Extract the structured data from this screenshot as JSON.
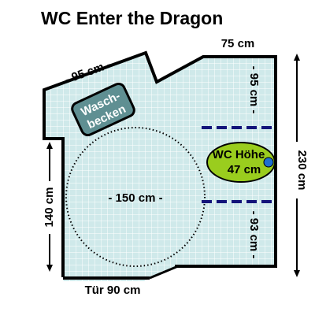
{
  "title": "WC Enter the Dragon",
  "labels": {
    "top_width": "75 cm",
    "diagonal_wall": "- 95 cm -",
    "right_upper_gap": "- 95 cm -",
    "right_height": "230 cm",
    "left_height": "140 cm",
    "circle_diameter": "- 150 cm -",
    "right_lower_gap": "- 93 cm -",
    "door_width": "Tür 90 cm"
  },
  "sink": {
    "line1": "Wasch-",
    "line2": "becken"
  },
  "wc": {
    "line1": "WC Höhe",
    "line2": "47 cm"
  },
  "colors": {
    "floor": "#cfe9ea",
    "grid": "#ffffff",
    "wall": "#000000",
    "sink_fill": "#5f8f92",
    "wc_fill": "#9acd1e",
    "wc_marker": "#1d6fd1",
    "dash_lines": "#13147a"
  }
}
